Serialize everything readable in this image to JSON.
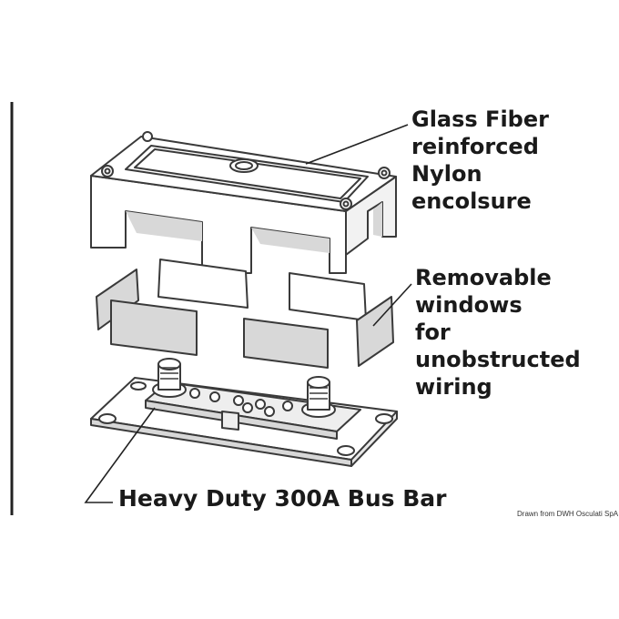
{
  "enclosure_label": {
    "lines": [
      "Glass Fiber",
      "reinforced",
      "Nylon",
      "encolsure"
    ]
  },
  "windows_label": {
    "lines": [
      "Removable",
      "windows",
      "for",
      "unobstructed",
      "wiring"
    ]
  },
  "busbar_label": {
    "text": "Heavy Duty 300A Bus Bar"
  },
  "credit": {
    "text": "Drawn from DWH Osculati SpA"
  },
  "colors": {
    "line": "#3a3a3a",
    "shade": "#d8d8d8",
    "text": "#1a1a1a"
  }
}
